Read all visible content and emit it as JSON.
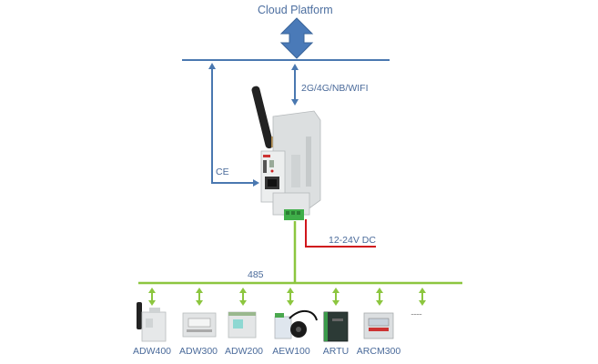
{
  "diagram": {
    "title": "Cloud Platform",
    "links": {
      "cellular": "2G/4G/NB/WIFI",
      "ethernet": "CE",
      "power": "12-24V DC",
      "bus": "485"
    },
    "devices": [
      {
        "label": "ADW400"
      },
      {
        "label": "ADW300"
      },
      {
        "label": "ADW200"
      },
      {
        "label": "AEW100"
      },
      {
        "label": "ARTU"
      },
      {
        "label": "ARCM300"
      },
      {
        "label": "........"
      }
    ],
    "colors": {
      "cloud_arrow": "#4a7ab8",
      "network_line": "#4a78b0",
      "bus_line": "#8cc63f",
      "power_line": "#d0161c",
      "text": "#4a6a9a"
    }
  }
}
